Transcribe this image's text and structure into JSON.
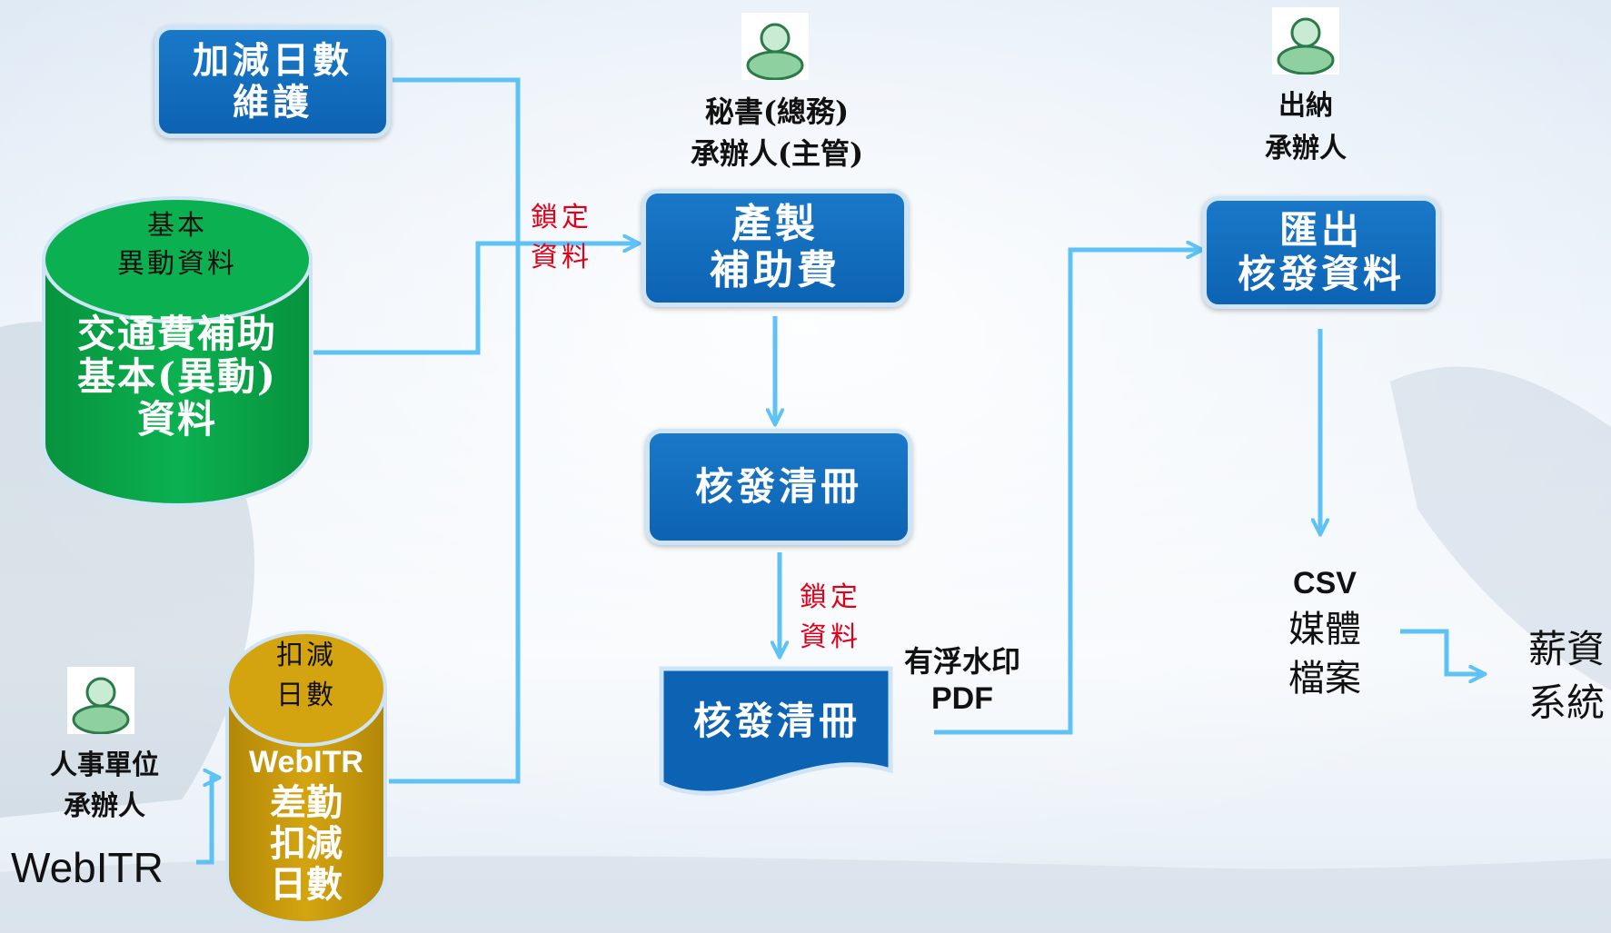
{
  "colors": {
    "box_blue": "#0d63b3",
    "cylinder_green": "#0aa84a",
    "cylinder_gold": "#c79a0c",
    "connector": "#5ec2f5",
    "lock_label_red": "#e0001a"
  },
  "icons": [
    "user-icon"
  ],
  "boxes": {
    "maintain": {
      "line1": "加減日數",
      "line2": "維護"
    },
    "produce": {
      "line1": "產製",
      "line2": "補助費"
    },
    "roster": {
      "label": "核發清冊"
    },
    "export": {
      "line1": "匯出",
      "line2": "核發資料"
    }
  },
  "documents": {
    "roster_pdf": {
      "label": "核發清冊"
    }
  },
  "cylinders": {
    "basic": {
      "top_line1": "基本",
      "top_line2": "異動資料",
      "body_line1": "交通費補助",
      "body_line2": "基本(異動)",
      "body_line3": "資料"
    },
    "webitr": {
      "top_line1": "扣減",
      "top_line2": "日數",
      "body_line1": "WebITR",
      "body_line2": "差勤",
      "body_line3": "扣減",
      "body_line4": "日數"
    }
  },
  "actors": {
    "secretary": {
      "line1": "秘書(總務)",
      "line2": "承辦人(主管)"
    },
    "cashier": {
      "line1": "出納",
      "line2": "承辦人"
    },
    "personnel": {
      "line1": "人事單位",
      "line2": "承辦人",
      "system": "WebITR"
    }
  },
  "labels": {
    "lock1_line1": "鎖定",
    "lock1_line2": "資料",
    "lock2_line1": "鎖定",
    "lock2_line2": "資料",
    "watermark_line1": "有浮水印",
    "watermark_line2": "PDF",
    "csv_line1": "CSV",
    "csv_line2": "媒體",
    "csv_line3": "檔案",
    "salary_line1": "薪資",
    "salary_line2": "系統"
  }
}
